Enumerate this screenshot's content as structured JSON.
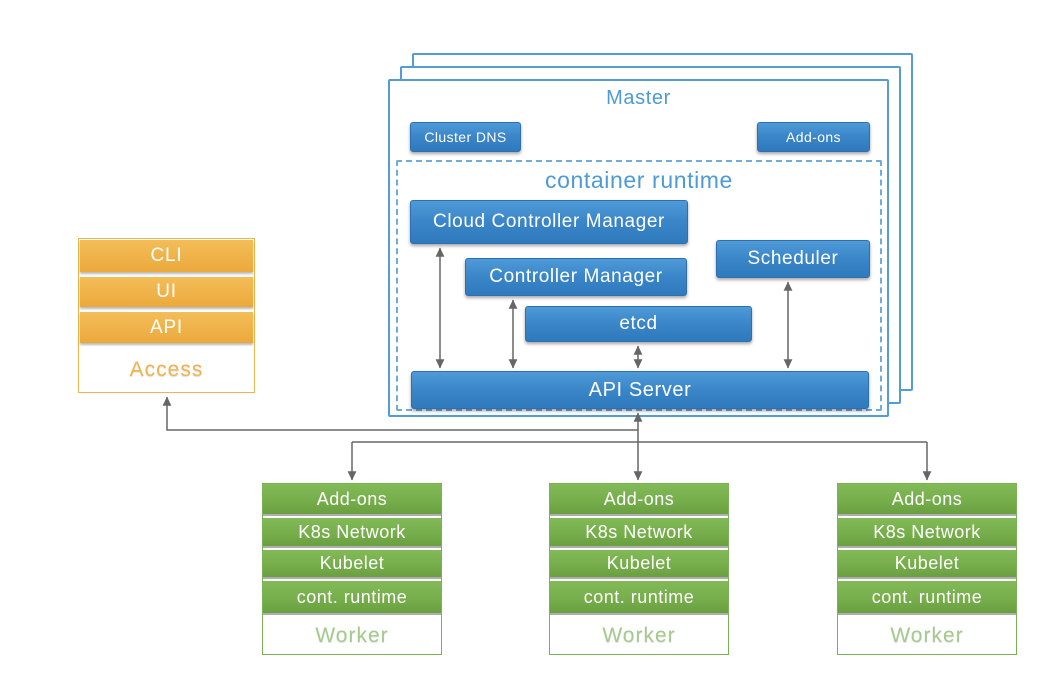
{
  "master": {
    "title": "Master",
    "cluster_dns_label": "Cluster DNS",
    "addons_label": "Add-ons",
    "container_runtime": {
      "title": "container runtime",
      "cloud_controller_manager": "Cloud Controller Manager",
      "controller_manager": "Controller Manager",
      "etcd": "etcd",
      "scheduler": "Scheduler",
      "api_server": "API Server"
    },
    "stack_layers": 3
  },
  "access": {
    "rows": [
      "CLI",
      "UI",
      "API"
    ],
    "label": "Access"
  },
  "worker": {
    "rows": [
      "Add-ons",
      "K8s Network",
      "Kubelet",
      "cont. runtime"
    ],
    "label": "Worker",
    "count": 3
  },
  "colors": {
    "blue": "#3b87c9",
    "blue_border": "#559bd6",
    "heading_blue": "#4e9ad6",
    "orange": "#efb148",
    "green": "#76ad4b",
    "worker_label_green": "#a6ca8c",
    "arrow_gray": "#666666"
  }
}
